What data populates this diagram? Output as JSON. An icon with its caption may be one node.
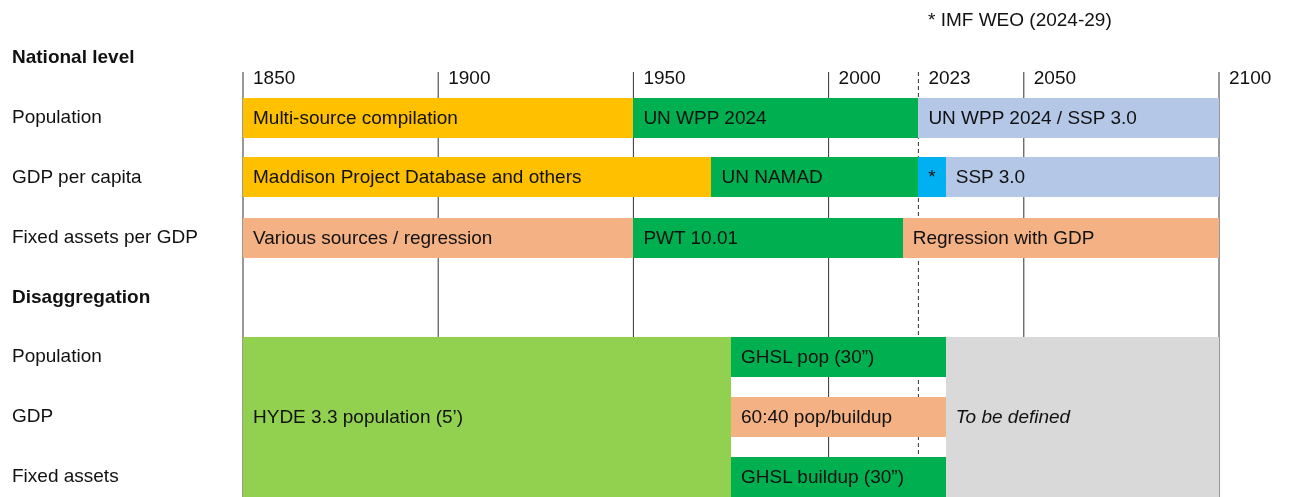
{
  "diagram": {
    "nodes": [
      {
        "text": [
          "Multi-source compilation"
        ]
      },
      {
        "text": [
          "UN WPP 2024"
        ]
      },
      {
        "text": [
          "UN WPP 2024 / SSP 3.0"
        ]
      },
      {
        "text": [
          "Maddison Project Database and others"
        ]
      },
      {
        "text": [
          "UN NAMAD"
        ]
      },
      {
        "text": [
          "*"
        ]
      },
      {
        "text": [
          "SSP 3.0"
        ]
      },
      {
        "text": [
          "Various sources / regression"
        ]
      },
      {
        "text": [
          "PWT 10.01"
        ]
      },
      {
        "text": [
          "Regression with GDP"
        ]
      },
      {
        "text": [
          "HYDE 3.3 population (5’)"
        ]
      },
      {
        "text": [
          "GHSL pop (30”)"
        ]
      },
      {
        "text": [
          "To be defined"
        ]
      },
      {
        "text": [
          "60:40 pop/buildup"
        ]
      },
      {
        "text": [
          "GHSL buildup (30”)"
        ]
      }
    ],
    "labels": [
      "* IMF WEO (2024-29)",
      "National level",
      "1850",
      "1900",
      "1950",
      "2000",
      "2023",
      "2050",
      "2100",
      "Population",
      "GDP per capita",
      "Fixed assets per GDP",
      "Disaggregation",
      "Population",
      "GDP",
      "Fixed assets"
    ]
  }
}
